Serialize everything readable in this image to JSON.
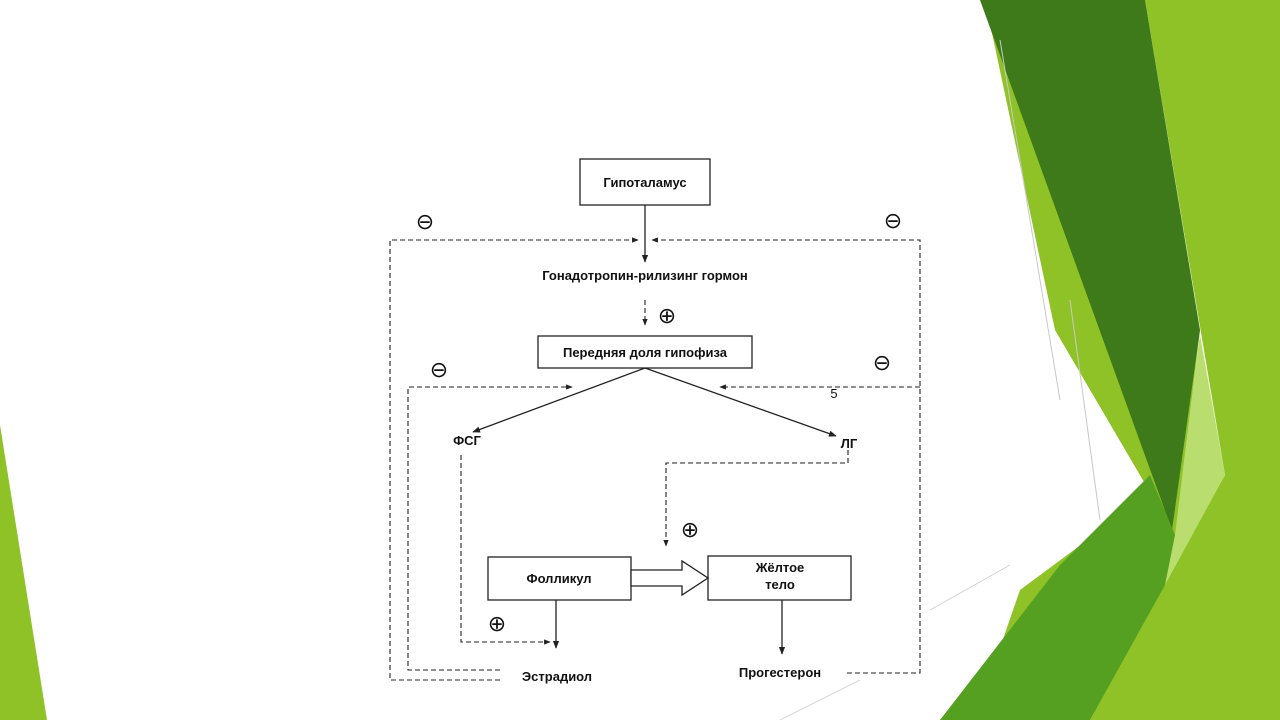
{
  "slide": {
    "colors": {
      "background": "#ffffff",
      "green_dark": "#3e7a19",
      "green_mid": "#8fc227",
      "green_light": "#b9de6f",
      "green_medium": "#56a021",
      "line": "#222222"
    }
  },
  "diagram": {
    "nodes": {
      "hypothalamus": "Гипоталамус",
      "gnrh": "Гонадотропин-рилизинг гормон",
      "pituitary": "Передняя доля гипофиза",
      "fsh": "ФСГ",
      "lh": "ЛГ",
      "follicle": "Фолликул",
      "corpus_luteum_1": "Жёлтое",
      "corpus_luteum_2": "тело",
      "estradiol": "Эстрадиол",
      "progesterone": "Прогестерон"
    },
    "signs": {
      "minus": "⊖",
      "plus": "⊕"
    },
    "marker": "5"
  }
}
